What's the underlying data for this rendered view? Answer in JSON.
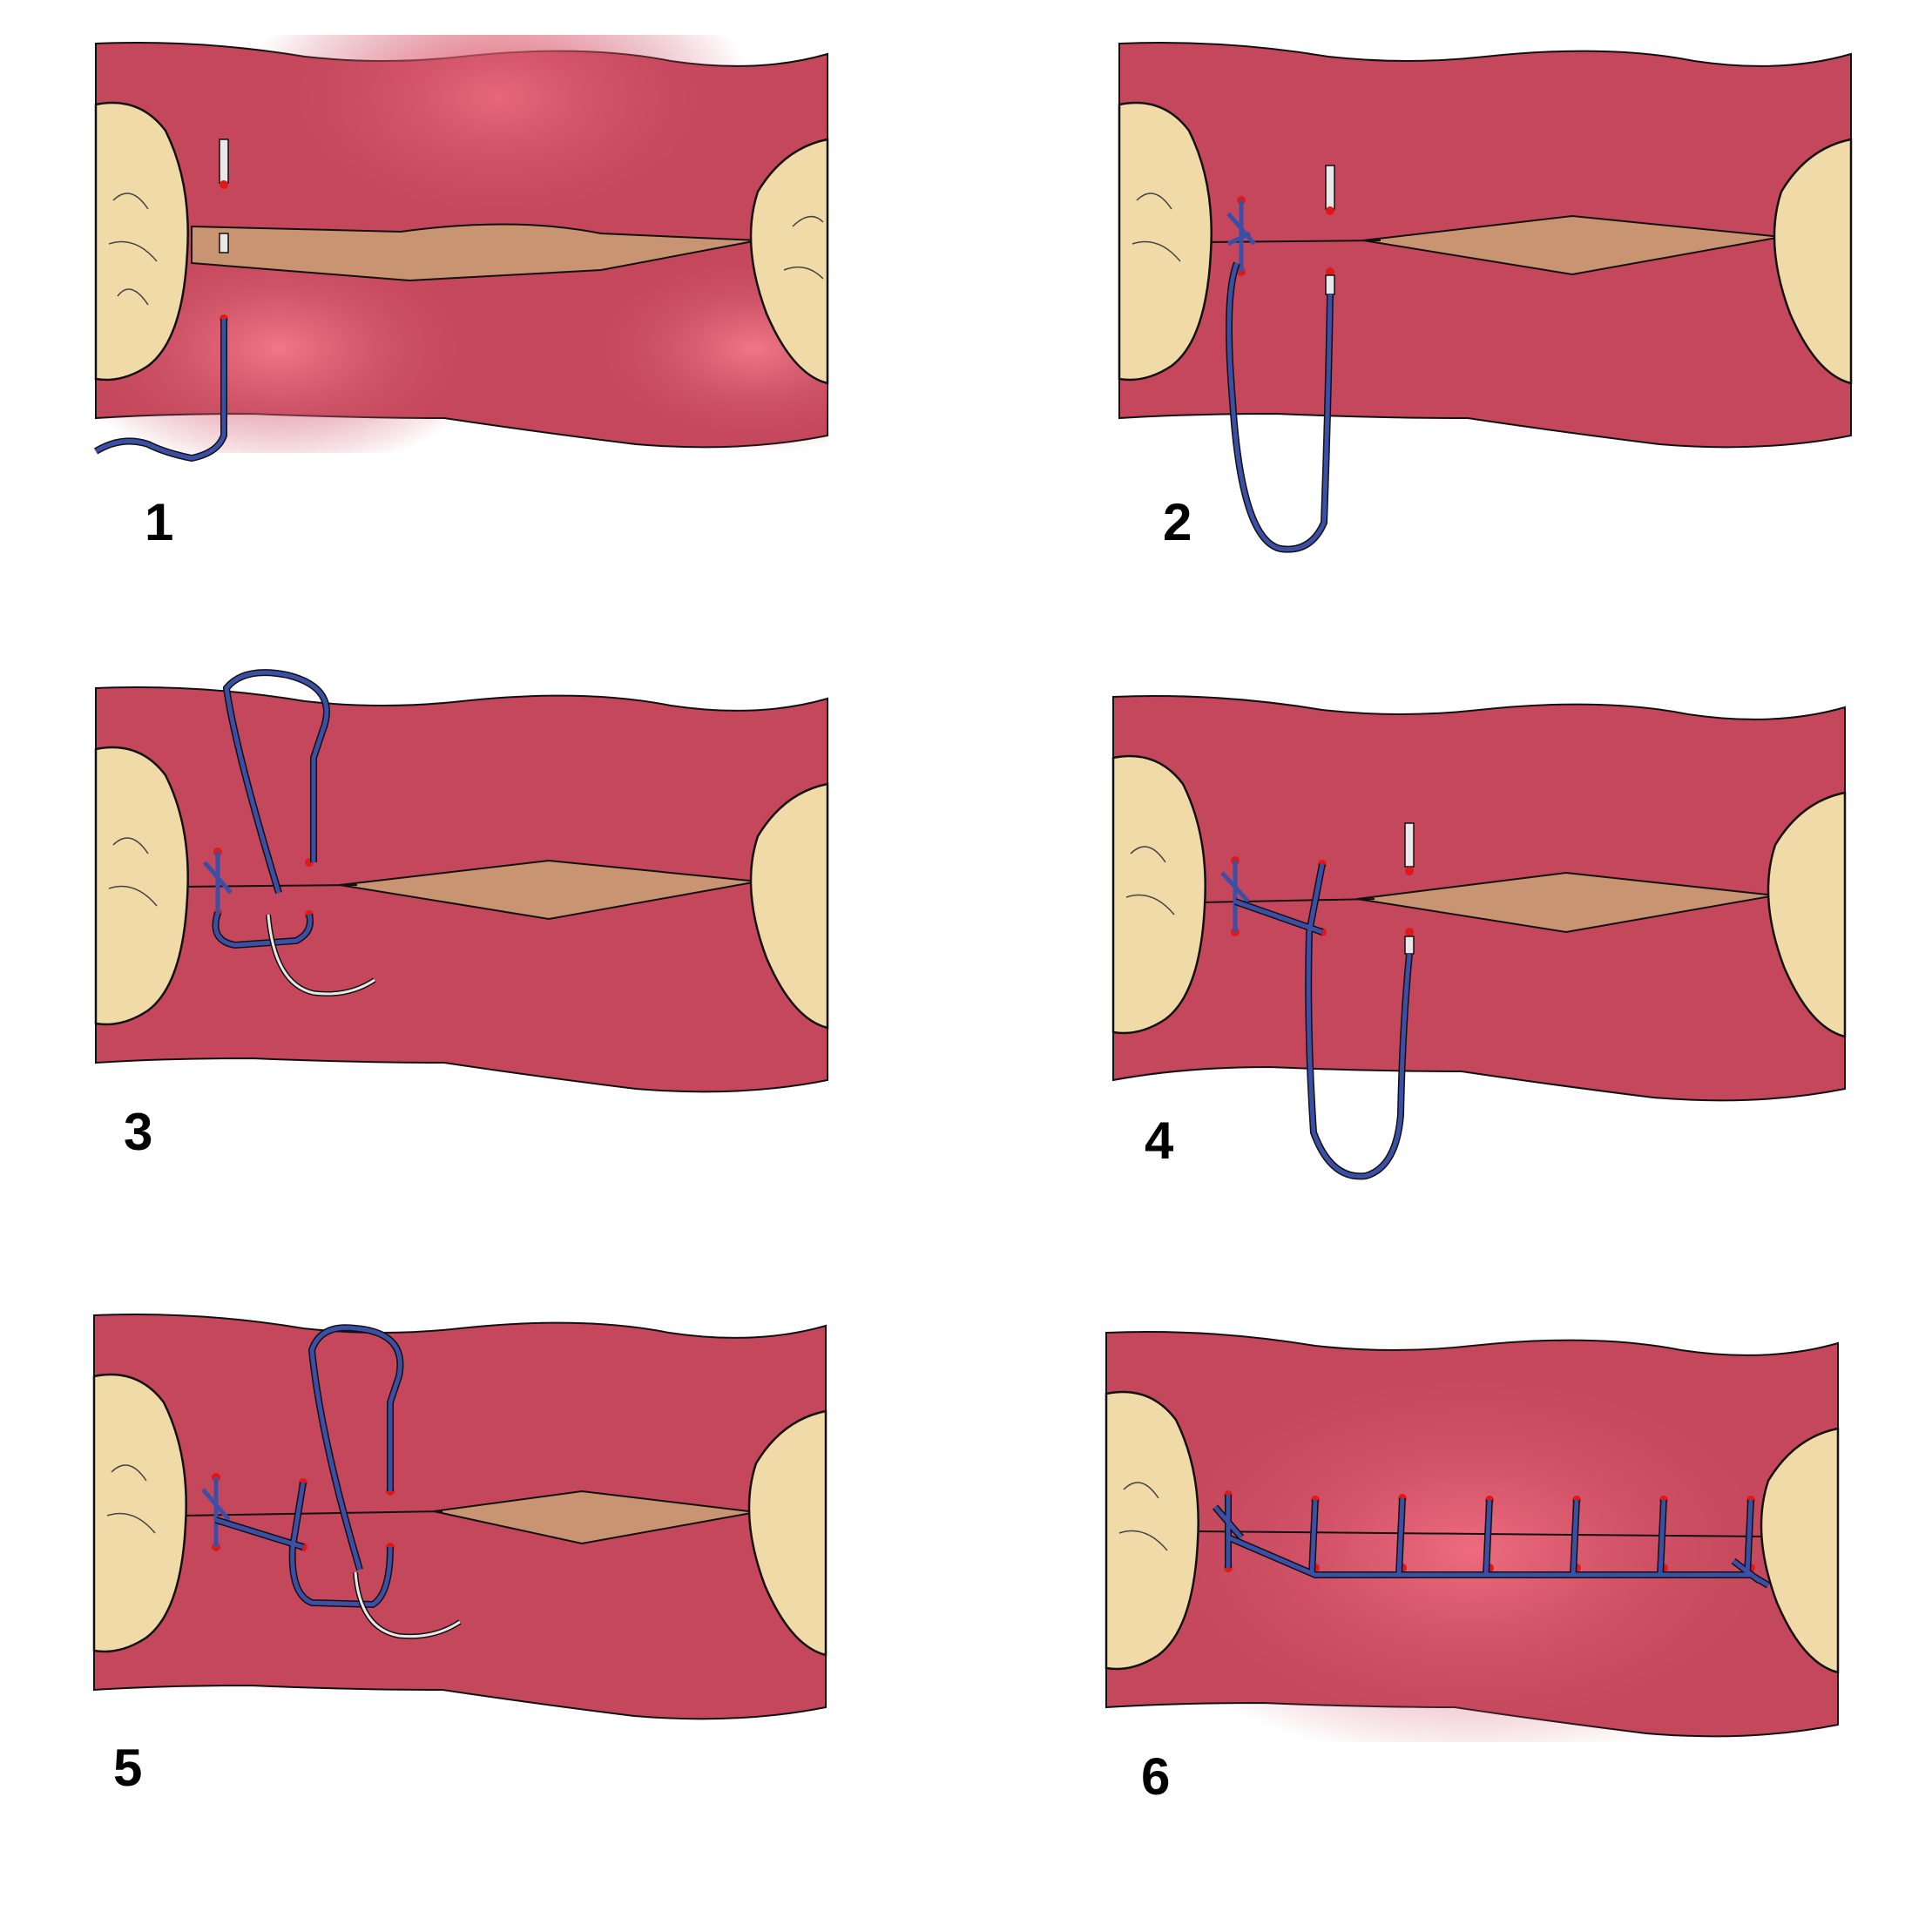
{
  "panels": [
    {
      "label": "1",
      "stage": "loose-thread"
    },
    {
      "label": "2",
      "stage": "first-knot"
    },
    {
      "label": "3",
      "stage": "needle-loop"
    },
    {
      "label": "4",
      "stage": "second-stitch"
    },
    {
      "label": "5",
      "stage": "second-loop"
    },
    {
      "label": "6",
      "stage": "closed"
    }
  ],
  "colors": {
    "tissue": "#c4475c",
    "tissue_light": "#e8677b",
    "tissue_dark": "#a8334a",
    "wound": "#c89472",
    "tooth": "#f0dba8",
    "tooth_shadow": "#c9b27a",
    "suture": "#3b4fa6",
    "needle": "#e8e8e8",
    "entry_point": "#e01818",
    "outline": "#111111"
  }
}
